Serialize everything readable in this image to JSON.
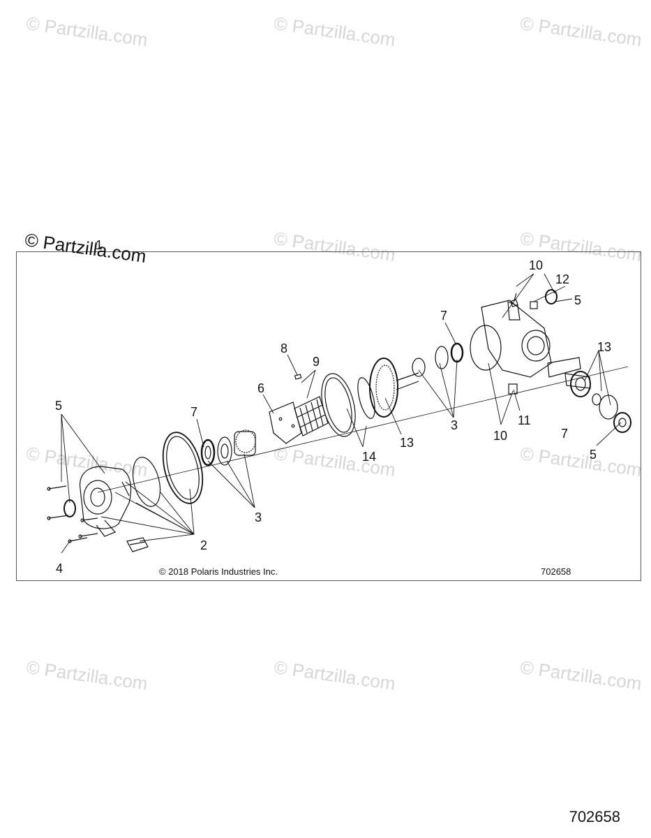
{
  "watermark": "© Partzilla.com",
  "callouts": {
    "c1": "1",
    "c2": "2",
    "c3a": "3",
    "c3b": "3",
    "c4": "4",
    "c5a": "5",
    "c5b": "5",
    "c5c": "5",
    "c6": "6",
    "c7a": "7",
    "c7b": "7",
    "c7c": "7",
    "c8": "8",
    "c9": "9",
    "c10a": "10",
    "c10b": "10",
    "c11": "11",
    "c12": "12",
    "c13a": "13",
    "c13b": "13",
    "c14": "14"
  },
  "copyright": "© 2018 Polaris Industries Inc.",
  "diagram_number": "702658",
  "page_reference": "702658",
  "colors": {
    "line": "#111111",
    "frame": "#555555",
    "watermark": "#d6d6d6"
  }
}
